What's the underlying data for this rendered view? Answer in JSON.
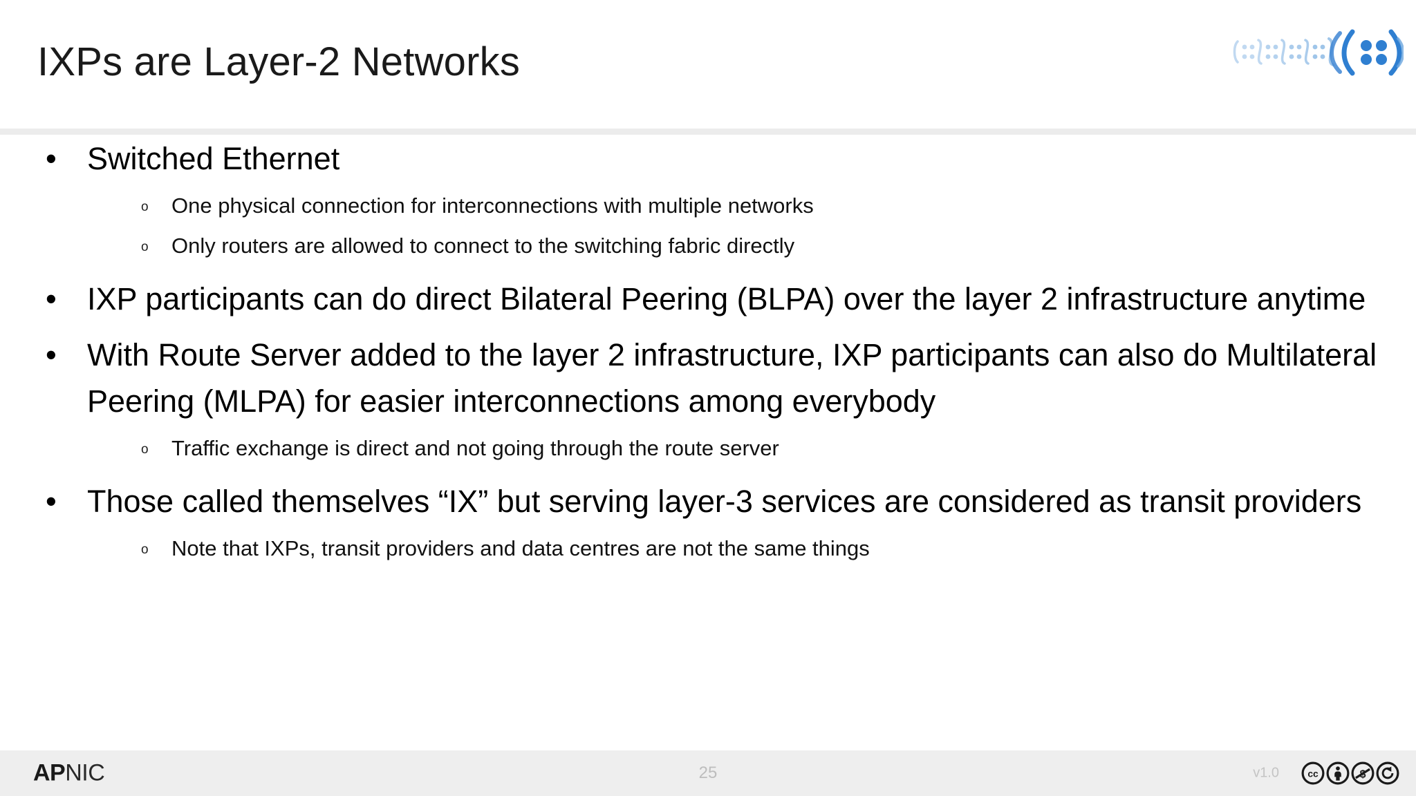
{
  "slide": {
    "title": "IXPs are Layer-2 Networks",
    "logo_icon": "apnic-dotted-logo"
  },
  "content": {
    "bullets": [
      {
        "marker": "•",
        "text": "Switched Ethernet",
        "children": [
          {
            "marker": "o",
            "text": "One physical connection for interconnections with multiple networks"
          },
          {
            "marker": "o",
            "text": "Only routers are allowed to connect to the switching fabric directly"
          }
        ]
      },
      {
        "marker": "•",
        "text": "IXP participants can do direct Bilateral Peering (BLPA) over the layer 2 infrastructure anytime",
        "children": []
      },
      {
        "marker": "•",
        "text": "With Route Server added to the layer 2 infrastructure, IXP participants can also do Multilateral Peering (MLPA) for easier interconnections among everybody",
        "children": [
          {
            "marker": "o",
            "text": "Traffic exchange is direct and not going through the route server"
          }
        ]
      },
      {
        "marker": "•",
        "text": "Those called themselves “IX” but serving layer-3 services are considered as transit providers",
        "children": [
          {
            "marker": "o",
            "text": "Note that IXPs, transit providers and data centres are not the same things"
          }
        ]
      }
    ]
  },
  "footer": {
    "brand_bold": "AP",
    "brand_light": "NIC",
    "page_number": "25",
    "version": "v1.0",
    "license_icons": [
      "cc-icon",
      "cc-by-icon",
      "cc-nc-icon",
      "cc-sa-icon"
    ]
  },
  "colors": {
    "background": "#ffffff",
    "title_text": "#1a1a1a",
    "body_text": "#000000",
    "header_rule": "#ececec",
    "footer_band": "#eeeeee",
    "page_number": "#bdbdbd",
    "version_text": "#c4c4c4",
    "logo_blue": "#2f7fd1",
    "logo_blue_light": "#9cc3e8"
  }
}
